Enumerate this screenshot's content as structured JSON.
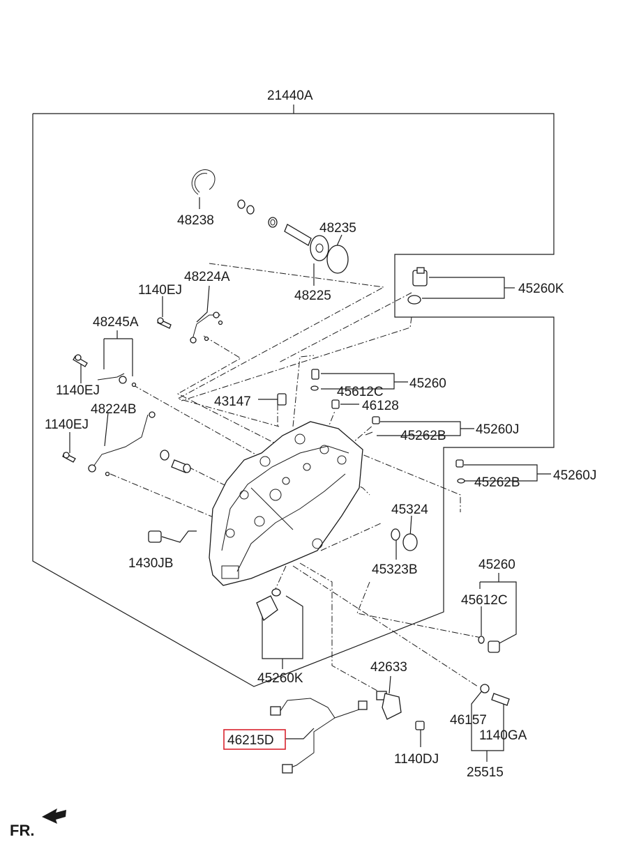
{
  "labels": {
    "assembly": "21440A",
    "snap_ring": "48238",
    "oring_48235": "48235",
    "piston_48225": "48225",
    "plug_45260K_top": "45260K",
    "bolt_1140EJ_a": "1140EJ",
    "pipe_48224A": "48224A",
    "pipe_48245A": "48245A",
    "bolt_1140EJ_b": "1140EJ",
    "pipe_48224B": "48224B",
    "bolt_1140EJ_c": "1140EJ",
    "plug_45260_a": "45260",
    "oring_45612C_a": "45612C",
    "plug_46128": "46128",
    "plug_43147": "43147",
    "plug_45260J_a": "45260J",
    "plug_45262B_a": "45262B",
    "plug_45260J_b": "45260J",
    "plug_45262B_b": "45262B",
    "plug_45324": "45324",
    "oring_45323B": "45323B",
    "pin_1430JB": "1430JB",
    "plug_45260_b": "45260",
    "oring_45612C_b": "45612C",
    "plug_45260K_bottom": "45260K",
    "sensor_42633": "42633",
    "oring_46157": "46157",
    "bolt_1140GA": "1140GA",
    "harness_46215D": "46215D",
    "bolt_1140DJ": "1140DJ",
    "sensor_25515": "25515",
    "front_marker": "FR."
  },
  "highlight_color": "#d9232e",
  "highlighted_part": "46215D"
}
